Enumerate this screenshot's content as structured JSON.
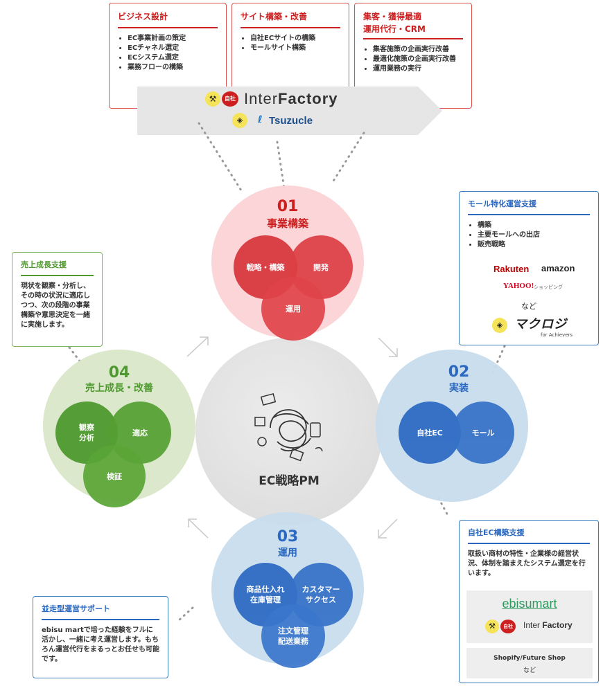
{
  "top_boxes": [
    {
      "title": "ビジネス設計",
      "title2": "",
      "items": [
        "EC事業計画の策定",
        "ECチャネル選定",
        "ECシステム選定",
        "業務フローの構築"
      ]
    },
    {
      "title": "サイト構築・改善",
      "title2": "",
      "items": [
        "自社ECサイトの構築",
        "モールサイト構築"
      ]
    },
    {
      "title": "集客・獲得最適",
      "title2": "運用代行・CRM",
      "items": [
        "集客施策の企画実行改善",
        "最適化施策の企画実行改善",
        "運用業務の実行"
      ]
    }
  ],
  "banner": {
    "badge": "自社",
    "brand_light": "Inter",
    "brand_bold": "Factory",
    "brand2": "Tsuzucle"
  },
  "center": {
    "label": "EC戦略PM"
  },
  "stage01": {
    "num": "01",
    "title": "事業構築",
    "subs": [
      "戦略・構築",
      "開発",
      "運用"
    ]
  },
  "stage02": {
    "num": "02",
    "title": "実装",
    "subs": [
      "自社EC",
      "モール"
    ]
  },
  "stage03": {
    "num": "03",
    "title": "運用",
    "subs": [
      "商品仕入れ\n在庫管理",
      "カスタマー\nサクセス",
      "注文管理\n配送業務"
    ]
  },
  "stage04": {
    "num": "04",
    "title": "売上成長・改善",
    "subs": [
      "観察\n分析",
      "適応",
      "検証"
    ]
  },
  "mall_box": {
    "title": "モール特化運営支援",
    "items": [
      "構築",
      "主要モールへの出店",
      "販売戦略"
    ],
    "logos": [
      "Rakuten",
      "amazon",
      "YAHOO!",
      "ショッピング"
    ],
    "etc": "など",
    "logo_main": "マクロジ",
    "logo_tag": "for Achievers"
  },
  "growth_box": {
    "title": "売上成長支援",
    "text": "現状を観察・分析し、その時の状況に適応しつつ、次の段階の事業構築や意思決定を一緒に実施します。"
  },
  "ec_box": {
    "title": "自社EC構築支援",
    "text": "取扱い商材の特性・企業様の経営状況、体制を踏まえたシステム選定を行います。",
    "logo1": "ebisumart",
    "badge": "自社",
    "brand_light": "Inter",
    "brand_bold": "Factory",
    "shopify": "Shopify/Future Shop",
    "etc": "など"
  },
  "support_box": {
    "title": "並走型運営サポート",
    "text": "ebisu martで培った経験をフルに活かし、一緒に考え運営します。もちろん運営代行をまるっとお任せも可能です。"
  },
  "colors": {
    "red": "#cc1f1f",
    "blue": "#2b68c0",
    "green": "#4e9a2e",
    "grey": "#e4e4e4"
  }
}
